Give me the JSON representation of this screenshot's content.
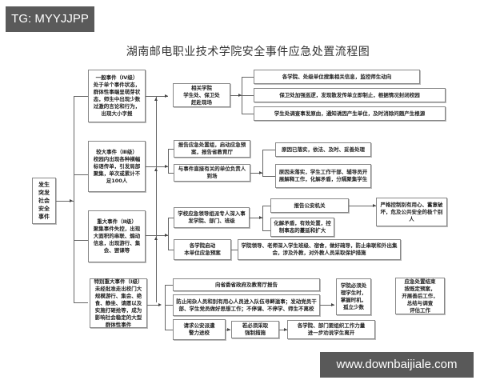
{
  "watermarks": {
    "top_left": "TG: MYYJJPP",
    "bottom_right": "www.downbaijiale.com"
  },
  "title": "湖南邮电职业技术学院安全事件应急处置流程图",
  "root": "发生\n突发\n社会\n安全\n事件",
  "levels": [
    {
      "label": "一般事件（Ⅳ级）\n处于单个事件状态，群体性事端呈萌芽状态，师生中出现少数过激的言论和行为，出现大小字报",
      "actions": [
        {
          "text": "相关学院\n学生处、保卫处\n赶赴现场"
        }
      ],
      "results": [
        "各学院、处级单位搜集相关信息，监控师生动向",
        "保卫处加强巡逻，发现散发传单立即制止，根据情况封闭校园",
        "学生处调查事发原由，通知诱因产生单位，及时消除问题产生根源"
      ]
    },
    {
      "label": "较大事件（Ⅲ级）\n校园内出现各种横幅标语传单，引发局部聚集，单次或累计不足100人",
      "actions": [
        {
          "text": "报告应急处置组，启动应急预案，报告省教育厅"
        },
        {
          "text": "与事件直接有关的单位负责人到场"
        }
      ],
      "results": [
        "原因已落实，依法、及时、妥善处理",
        "原因未落实，学生工作干部、辅导员开展解释工作，化解矛盾，分隔聚集学生"
      ]
    },
    {
      "label": "重大事件（Ⅱ级）\n聚集事件失控，出现大面积的串联、煽动信息，出现游行、集会、罢课等",
      "actions": [
        {
          "text": "学校应急领导组派专人深入事发学院、部门、班级"
        },
        {
          "text": "各学院启动\n本单位应急预案"
        }
      ],
      "results": [
        "报告公安机关",
        "化解矛盾，有效处置，控制事态的蔓延和扩大",
        "学院领导、老师深入学生班级、宿舍，做好疏导，防止串联和外出集会，涉及外教，对外教人员采取保护措施"
      ],
      "extra": "严格控制别有用心、蓄意破坏，危及公共安全的极个别人"
    },
    {
      "label": "特别重大事件（Ⅰ级）\n未经批准走出校门大规模游行、集会、绝食、静坐、请愿以及实施打砸抢等，成为影响社会稳定的大型群体性事件",
      "actions": [
        {
          "text": "向省委省政府及教育厅报告"
        },
        {
          "text": "防止闲杂人员和别有用心人员进入队伍寻衅滋事；发动党员干部、学生党员做好思想工作；不停课、不停学、师生不离校"
        },
        {
          "text": "请求公安派遣\n警力进校"
        },
        {
          "text": "若必须采取\n强制措施"
        },
        {
          "text": "各学院、部门要组织工作力量\n进一步劝说学生离开"
        }
      ],
      "results": [
        "学院必须处理学生时，掌握时机，孤立少数"
      ]
    }
  ],
  "final": "应急处置结束\n按既定预案，\n开展善后工作，\n总结与调查\n评估工作"
}
